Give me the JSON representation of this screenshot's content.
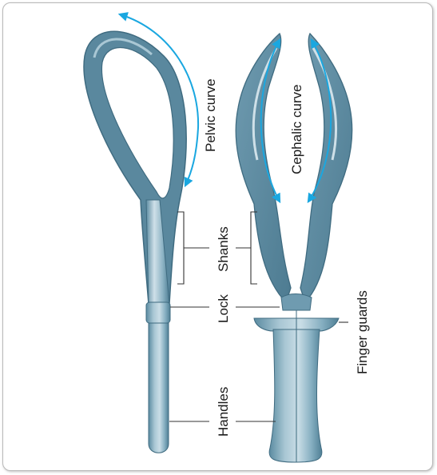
{
  "labels": {
    "pelvic_curve": "Pelvic curve",
    "cephalic_curve": "Cephalic curve",
    "shanks": "Shanks",
    "lock": "Lock",
    "finger_guards": "Finger guards",
    "handles": "Handles"
  },
  "colors": {
    "instrument_dark": "#4f7f95",
    "instrument_mid": "#7fa8ba",
    "instrument_light": "#cfe0e8",
    "arrow": "#1aa7e0"
  }
}
